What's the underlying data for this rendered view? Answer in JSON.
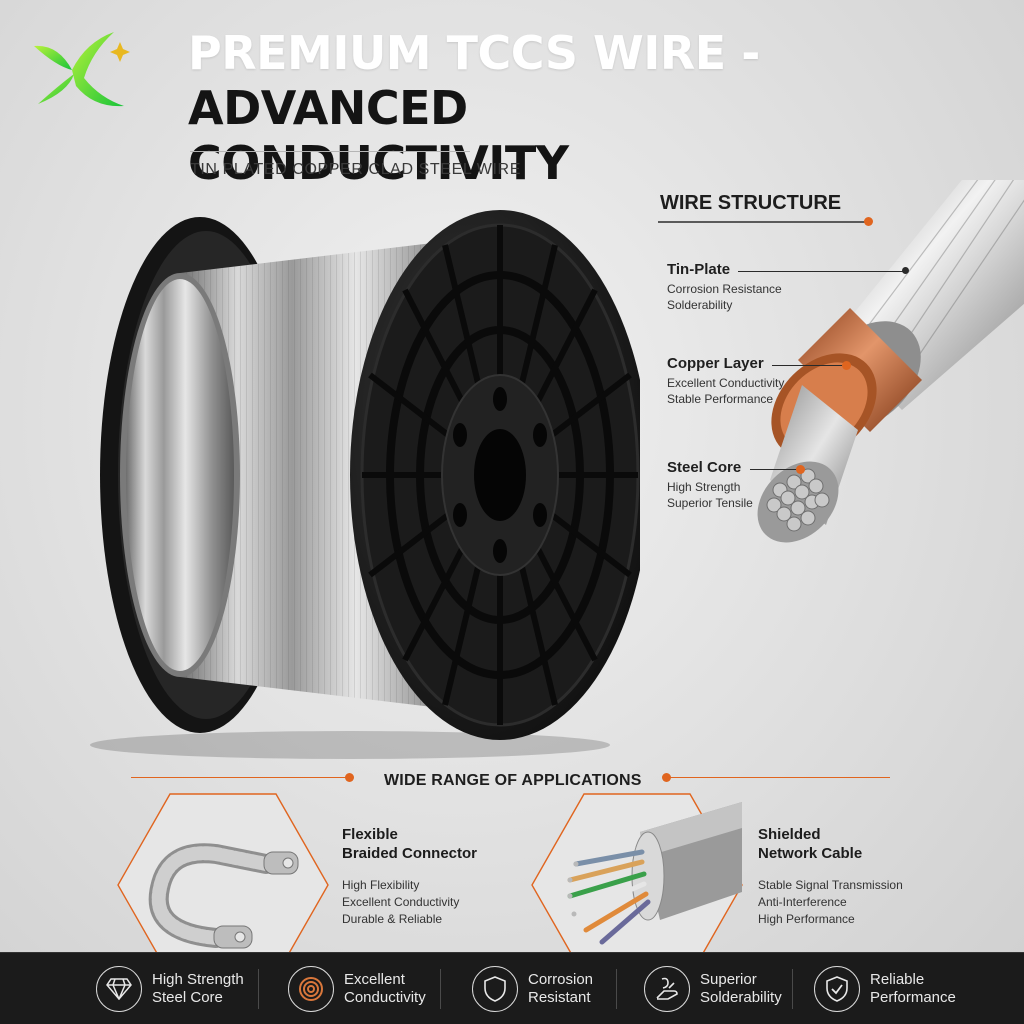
{
  "header": {
    "title_line1": "PREMIUM TCCS WIRE -",
    "title_line2": "ADVANCED CONDUCTIVITY",
    "subtitle": "TIN PLATED COPPER CLAD STEEL WIRE"
  },
  "structure": {
    "title": "WIRE STRUCTURE",
    "layers": [
      {
        "name": "Tin-Plate",
        "line1": "Corrosion Resistance",
        "line2": "Solderability"
      },
      {
        "name": "Copper Layer",
        "line1": "Excellent Conductivity",
        "line2": "Stable Performance"
      },
      {
        "name": "Steel Core",
        "line1": "High Strength",
        "line2": "Superior Tensile"
      }
    ]
  },
  "applications": {
    "title": "WIDE RANGE OF APPLICATIONS",
    "items": [
      {
        "name1": "Flexible",
        "name2": "Braided Connector",
        "d1": "High Flexibility",
        "d2": "Excellent Conductivity",
        "d3": "Durable & Reliable"
      },
      {
        "name1": "Shielded",
        "name2": "Network Cable",
        "d1": "Stable Signal Transmission",
        "d2": "Anti-Interference",
        "d3": "High Performance"
      }
    ]
  },
  "features": [
    {
      "icon": "diamond-icon",
      "l1": "High Strength",
      "l2": "Steel Core"
    },
    {
      "icon": "coil-icon",
      "l1": "Excellent",
      "l2": "Conductivity"
    },
    {
      "icon": "shield-icon",
      "l1": "Corrosion",
      "l2": "Resistant"
    },
    {
      "icon": "solder-hand-icon",
      "l1": "Superior",
      "l2": "Solderability"
    },
    {
      "icon": "shield-check-icon",
      "l1": "Reliable",
      "l2": "Performance"
    }
  ],
  "colors": {
    "accent": "#e0651f",
    "footer": "#1b1b1b",
    "logo_green": "#2fcf2f",
    "logo_star": "#e8b820"
  }
}
